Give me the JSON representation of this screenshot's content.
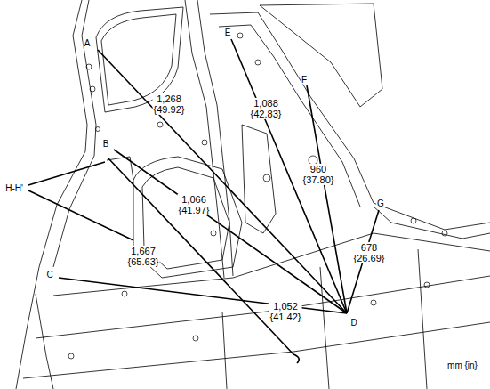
{
  "diagram": {
    "labels": [
      "A",
      "E",
      "1,268 {49.92}",
      "1,088 {42.83}",
      "F",
      "B",
      "960 {37.80}",
      "H-H'",
      "1,066 {41.97}",
      "G",
      "678 {26.69}",
      "1,667 {65.63}",
      "C",
      "1,052 {41.42}",
      "D",
      "mm {in}"
    ]
  }
}
